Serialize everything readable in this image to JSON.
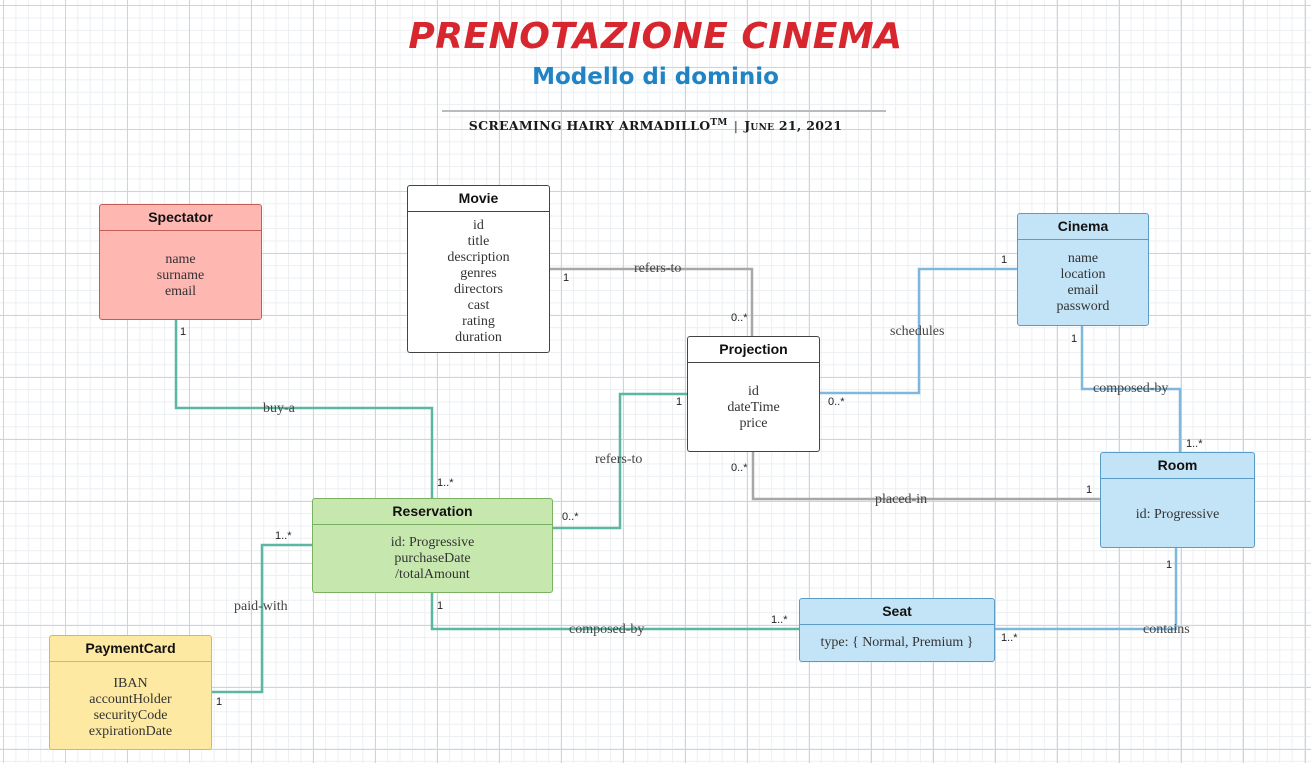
{
  "title": "PRENOTAZIONE CINEMA",
  "subtitle": "Modello di dominio",
  "credits": {
    "author": "SCREAMING HAIRY ARMADILLO",
    "tm": "TM",
    "date": "June 21, 2021"
  },
  "colors": {
    "red_fill": "#ffb7b2",
    "red_stroke": "#c45c56",
    "white_fill": "#ffffff",
    "white_stroke": "#444444",
    "blue_fill": "#c3e3f7",
    "blue_stroke": "#5a9cc8",
    "green_fill": "#c6e8ae",
    "green_stroke": "#79b062",
    "yellow_fill": "#fde9a2",
    "yellow_stroke": "#d9b84f",
    "line_teal": "#5bb6a2",
    "line_blue": "#7fb8dc",
    "line_gray": "#a8a8a8"
  },
  "entities": {
    "spectator": {
      "name": "Spectator",
      "attributes": [
        "name",
        "surname",
        "email"
      ]
    },
    "movie": {
      "name": "Movie",
      "attributes": [
        "id",
        "title",
        "description",
        "genres",
        "directors",
        "cast",
        "rating",
        "duration"
      ]
    },
    "cinema": {
      "name": "Cinema",
      "attributes": [
        "name",
        "location",
        "email",
        "password"
      ]
    },
    "projection": {
      "name": "Projection",
      "attributes": [
        "id",
        "dateTime",
        "price"
      ]
    },
    "room": {
      "name": "Room",
      "attributes": [
        "id: Progressive"
      ]
    },
    "reservation": {
      "name": "Reservation",
      "attributes": [
        "id: Progressive",
        "purchaseDate",
        "/totalAmount"
      ]
    },
    "seat": {
      "name": "Seat",
      "attributes": [
        "type: { Normal, Premium }"
      ]
    },
    "paymentcard": {
      "name": "PaymentCard",
      "attributes": [
        "IBAN",
        "accountHolder",
        "securityCode",
        "expirationDate"
      ]
    }
  },
  "relations": {
    "movie_projection": {
      "label": "refers-to",
      "mult_a": "1",
      "mult_b": "0..*"
    },
    "cinema_projection": {
      "label": "schedules",
      "mult_a": "1",
      "mult_b": "0..*"
    },
    "cinema_room": {
      "label": "composed-by",
      "mult_a": "1",
      "mult_b": "1..*"
    },
    "projection_room": {
      "label": "placed-in",
      "mult_a": "0..*",
      "mult_b": "1"
    },
    "spectator_reservation": {
      "label": "buy-a",
      "mult_a": "1",
      "mult_b": "1..*"
    },
    "reservation_projection": {
      "label": "refers-to",
      "mult_a": "0..*",
      "mult_b": "1"
    },
    "reservation_payment": {
      "label": "paid-with",
      "mult_a": "1..*",
      "mult_b": "1"
    },
    "reservation_seat": {
      "label": "composed-by",
      "mult_a": "1",
      "mult_b": "1..*"
    },
    "room_seat": {
      "label": "contains",
      "mult_a": "1",
      "mult_b": "1..*"
    }
  }
}
